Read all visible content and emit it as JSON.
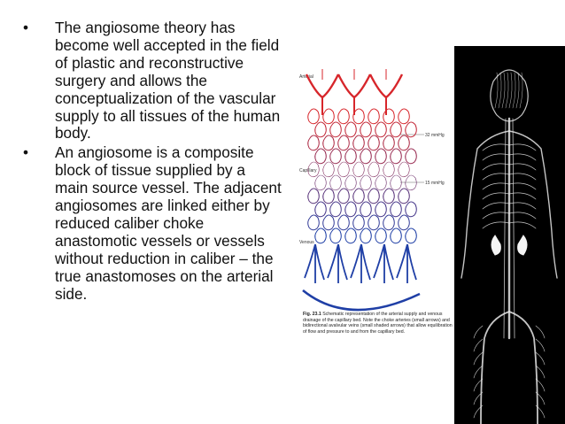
{
  "bullets": [
    {
      "marker": "•",
      "text": "The angiosome theory has become well accepted in the field of plastic and reconstructive surgery and allows the conceptualization of the vascular supply to all tissues of the human body."
    },
    {
      "marker": "•",
      "text": " An angiosome is a composite block of tissue supplied by a main source vessel. The adjacent angiosomes are linked either by reduced caliber choke anastomotic vessels or vessels without reduction in caliber – the true anastomoses on the arterial side."
    }
  ],
  "figure": {
    "labels": {
      "arterial": "Arterial",
      "capillary": "Capillary",
      "venous": "Venous",
      "pressure_high": "32 mmHg",
      "pressure_low": "15 mmHg"
    },
    "caption_label": "Fig. 23.1",
    "caption_text": "Schematic representation of the arterial supply and venous drainage of the capillary bed. Note the choke arteries (small arrows) and bidirectional avalvular veins (small shaded arrows) that allow equilibration of flow and pressure to and from the capillary bed.",
    "colors": {
      "arterial": "#d7262b",
      "venous": "#1f3fa6",
      "capillary": "#4a3d8a"
    }
  },
  "xray": {
    "background": "#000000",
    "vessel_color": "#e8e8e8",
    "kidney_color": "#f4f4f4"
  }
}
